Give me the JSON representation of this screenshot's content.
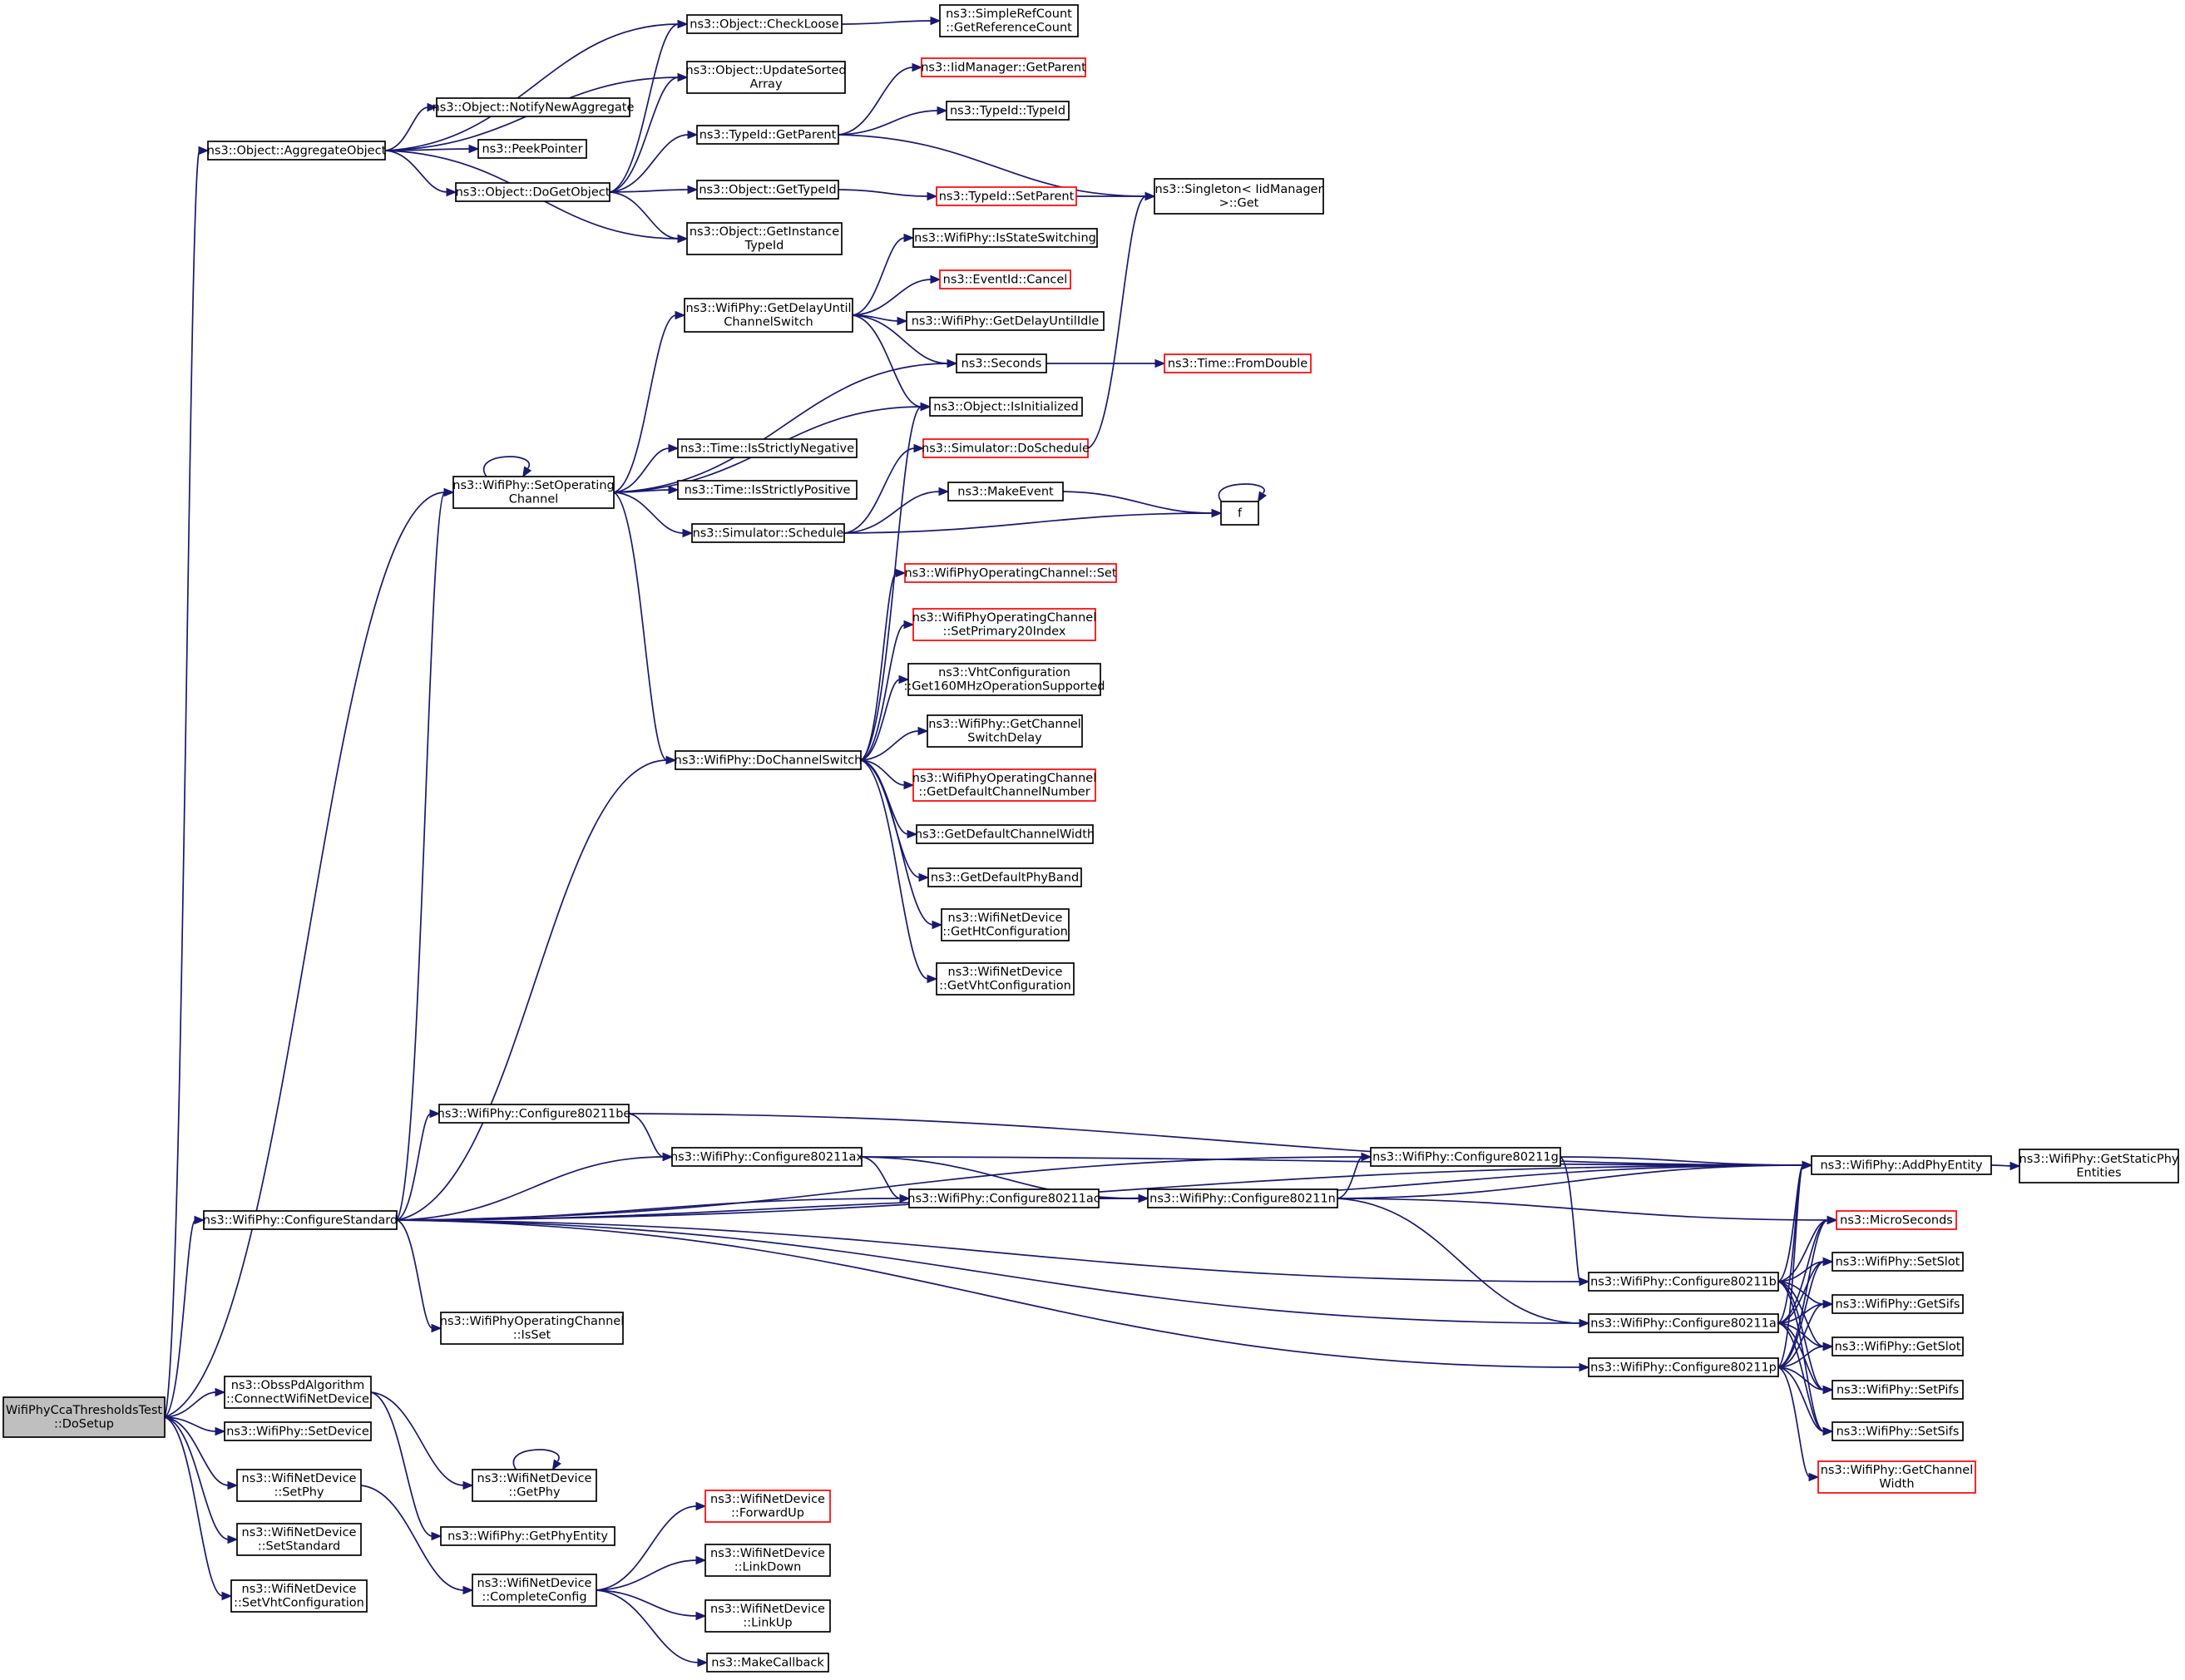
{
  "nodes": [
    {
      "id": "root",
      "lines": [
        "WifiPhyCcaThresholdsTest",
        "::DoSetup"
      ],
      "style": "root"
    },
    {
      "id": "aggregate",
      "lines": [
        "ns3::Object::AggregateObject"
      ]
    },
    {
      "id": "configstd",
      "lines": [
        "ns3::WifiPhy::ConfigureStandard"
      ]
    },
    {
      "id": "obss",
      "lines": [
        "ns3::ObssPdAlgorithm",
        "::ConnectWifiNetDevice"
      ]
    },
    {
      "id": "setdevice",
      "lines": [
        "ns3::WifiPhy::SetDevice"
      ]
    },
    {
      "id": "setphy",
      "lines": [
        "ns3::WifiNetDevice",
        "::SetPhy"
      ]
    },
    {
      "id": "setstandard",
      "lines": [
        "ns3::WifiNetDevice",
        "::SetStandard"
      ]
    },
    {
      "id": "setvht",
      "lines": [
        "ns3::WifiNetDevice",
        "::SetVhtConfiguration"
      ]
    },
    {
      "id": "setopch",
      "lines": [
        "ns3::WifiPhy::SetOperating",
        "Channel"
      ]
    },
    {
      "id": "checkloose",
      "lines": [
        "ns3::Object::CheckLoose"
      ]
    },
    {
      "id": "updatesorted",
      "lines": [
        "ns3::Object::UpdateSorted",
        "Array"
      ]
    },
    {
      "id": "notifynew",
      "lines": [
        "ns3::Object::NotifyNewAggregate"
      ]
    },
    {
      "id": "peekpointer",
      "lines": [
        "ns3::PeekPointer"
      ]
    },
    {
      "id": "dogetobject",
      "lines": [
        "ns3::Object::DoGetObject"
      ]
    },
    {
      "id": "getinstance",
      "lines": [
        "ns3::Object::GetInstance",
        "TypeId"
      ]
    },
    {
      "id": "simplerefcount",
      "lines": [
        "ns3::SimpleRefCount",
        "::GetReferenceCount"
      ]
    },
    {
      "id": "typeidgetparent",
      "lines": [
        "ns3::TypeId::GetParent"
      ]
    },
    {
      "id": "objgettypeid",
      "lines": [
        "ns3::Object::GetTypeId"
      ]
    },
    {
      "id": "iidmgetparent",
      "lines": [
        "ns3::IidManager::GetParent"
      ],
      "style": "red"
    },
    {
      "id": "typeidtypeid",
      "lines": [
        "ns3::TypeId::TypeId"
      ]
    },
    {
      "id": "typeidsetparent",
      "lines": [
        "ns3::TypeId::SetParent"
      ],
      "style": "red"
    },
    {
      "id": "singleton",
      "lines": [
        "ns3::Singleton< IidManager",
        " >::Get"
      ]
    },
    {
      "id": "getdelay",
      "lines": [
        "ns3::WifiPhy::GetDelayUntil",
        "ChannelSwitch"
      ]
    },
    {
      "id": "isstatesw",
      "lines": [
        "ns3::WifiPhy::IsStateSwitching"
      ]
    },
    {
      "id": "eventcancel",
      "lines": [
        "ns3::EventId::Cancel"
      ],
      "style": "red"
    },
    {
      "id": "getdelayidle",
      "lines": [
        "ns3::WifiPhy::GetDelayUntilIdle"
      ]
    },
    {
      "id": "seconds",
      "lines": [
        "ns3::Seconds"
      ]
    },
    {
      "id": "fromdouble",
      "lines": [
        "ns3::Time::FromDouble"
      ],
      "style": "red"
    },
    {
      "id": "isinit",
      "lines": [
        "ns3::Object::IsInitialized"
      ]
    },
    {
      "id": "isstrictneg",
      "lines": [
        "ns3::Time::IsStrictlyNegative"
      ]
    },
    {
      "id": "isstrictpos",
      "lines": [
        "ns3::Time::IsStrictlyPositive"
      ]
    },
    {
      "id": "simschedule",
      "lines": [
        "ns3::Simulator::Schedule"
      ]
    },
    {
      "id": "simdoschedule",
      "lines": [
        "ns3::Simulator::DoSchedule"
      ],
      "style": "red"
    },
    {
      "id": "makeevent",
      "lines": [
        "ns3::MakeEvent"
      ]
    },
    {
      "id": "f",
      "lines": [
        "f"
      ]
    },
    {
      "id": "dochsw",
      "lines": [
        "ns3::WifiPhy::DoChannelSwitch"
      ]
    },
    {
      "id": "opchset",
      "lines": [
        "ns3::WifiPhyOperatingChannel::Set"
      ],
      "style": "red"
    },
    {
      "id": "setprimary",
      "lines": [
        "ns3::WifiPhyOperatingChannel",
        "::SetPrimary20Index"
      ],
      "style": "red"
    },
    {
      "id": "vhtget160",
      "lines": [
        "ns3::VhtConfiguration",
        "::Get160MHzOperationSupported"
      ]
    },
    {
      "id": "getchswdelay",
      "lines": [
        "ns3::WifiPhy::GetChannel",
        "SwitchDelay"
      ]
    },
    {
      "id": "getdefchnum",
      "lines": [
        "ns3::WifiPhyOperatingChannel",
        "::GetDefaultChannelNumber"
      ],
      "style": "red"
    },
    {
      "id": "getdefchwidth",
      "lines": [
        "ns3::GetDefaultChannelWidth"
      ]
    },
    {
      "id": "getdefphyband",
      "lines": [
        "ns3::GetDefaultPhyBand"
      ]
    },
    {
      "id": "gethtconf",
      "lines": [
        "ns3::WifiNetDevice",
        "::GetHtConfiguration"
      ]
    },
    {
      "id": "getvhtconf",
      "lines": [
        "ns3::WifiNetDevice",
        "::GetVhtConfiguration"
      ]
    },
    {
      "id": "c80211be",
      "lines": [
        "ns3::WifiPhy::Configure80211be"
      ]
    },
    {
      "id": "c80211ax",
      "lines": [
        "ns3::WifiPhy::Configure80211ax"
      ]
    },
    {
      "id": "c80211ac",
      "lines": [
        "ns3::WifiPhy::Configure80211ac"
      ]
    },
    {
      "id": "c80211n",
      "lines": [
        "ns3::WifiPhy::Configure80211n"
      ]
    },
    {
      "id": "c80211g",
      "lines": [
        "ns3::WifiPhy::Configure80211g"
      ]
    },
    {
      "id": "opchisset",
      "lines": [
        "ns3::WifiPhyOperatingChannel",
        "::IsSet"
      ]
    },
    {
      "id": "c80211b",
      "lines": [
        "ns3::WifiPhy::Configure80211b"
      ]
    },
    {
      "id": "c80211a",
      "lines": [
        "ns3::WifiPhy::Configure80211a"
      ]
    },
    {
      "id": "c80211p",
      "lines": [
        "ns3::WifiPhy::Configure80211p"
      ]
    },
    {
      "id": "addphy",
      "lines": [
        "ns3::WifiPhy::AddPhyEntity"
      ]
    },
    {
      "id": "getstaticphy",
      "lines": [
        "ns3::WifiPhy::GetStaticPhy",
        "Entities"
      ]
    },
    {
      "id": "microseconds",
      "lines": [
        "ns3::MicroSeconds"
      ],
      "style": "red"
    },
    {
      "id": "setslot",
      "lines": [
        "ns3::WifiPhy::SetSlot"
      ]
    },
    {
      "id": "getsifs",
      "lines": [
        "ns3::WifiPhy::GetSifs"
      ]
    },
    {
      "id": "getslot",
      "lines": [
        "ns3::WifiPhy::GetSlot"
      ]
    },
    {
      "id": "setpifs",
      "lines": [
        "ns3::WifiPhy::SetPifs"
      ]
    },
    {
      "id": "setsifs",
      "lines": [
        "ns3::WifiPhy::SetSifs"
      ]
    },
    {
      "id": "getchwidth",
      "lines": [
        "ns3::WifiPhy::GetChannel",
        "Width"
      ],
      "style": "red"
    },
    {
      "id": "wndgetphy",
      "lines": [
        "ns3::WifiNetDevice",
        "::GetPhy"
      ]
    },
    {
      "id": "getphyentity",
      "lines": [
        "ns3::WifiPhy::GetPhyEntity"
      ]
    },
    {
      "id": "completeconfig",
      "lines": [
        "ns3::WifiNetDevice",
        "::CompleteConfig"
      ]
    },
    {
      "id": "forwardup",
      "lines": [
        "ns3::WifiNetDevice",
        "::ForwardUp"
      ],
      "style": "red"
    },
    {
      "id": "linkdown",
      "lines": [
        "ns3::WifiNetDevice",
        "::LinkDown"
      ]
    },
    {
      "id": "linkup",
      "lines": [
        "ns3::WifiNetDevice",
        "::LinkUp"
      ]
    },
    {
      "id": "makecallback",
      "lines": [
        "ns3::MakeCallback"
      ]
    }
  ],
  "edges": [
    [
      "root",
      "aggregate"
    ],
    [
      "root",
      "configstd"
    ],
    [
      "root",
      "obss"
    ],
    [
      "root",
      "setdevice"
    ],
    [
      "root",
      "setphy"
    ],
    [
      "root",
      "setstandard"
    ],
    [
      "root",
      "setvht"
    ],
    [
      "root",
      "setopch"
    ],
    [
      "aggregate",
      "checkloose"
    ],
    [
      "aggregate",
      "updatesorted"
    ],
    [
      "aggregate",
      "notifynew"
    ],
    [
      "aggregate",
      "peekpointer"
    ],
    [
      "aggregate",
      "dogetobject"
    ],
    [
      "aggregate",
      "getinstance"
    ],
    [
      "checkloose",
      "simplerefcount"
    ],
    [
      "dogetobject",
      "checkloose"
    ],
    [
      "dogetobject",
      "updatesorted"
    ],
    [
      "dogetobject",
      "typeidgetparent"
    ],
    [
      "dogetobject",
      "objgettypeid"
    ],
    [
      "dogetobject",
      "getinstance"
    ],
    [
      "typeidgetparent",
      "iidmgetparent"
    ],
    [
      "typeidgetparent",
      "typeidtypeid"
    ],
    [
      "typeidgetparent",
      "singleton"
    ],
    [
      "objgettypeid",
      "typeidsetparent"
    ],
    [
      "typeidsetparent",
      "singleton"
    ],
    [
      "setopch",
      "getdelay"
    ],
    [
      "setopch",
      "seconds"
    ],
    [
      "setopch",
      "isinit"
    ],
    [
      "setopch",
      "isstrictneg"
    ],
    [
      "setopch",
      "isstrictpos"
    ],
    [
      "setopch",
      "simschedule"
    ],
    [
      "setopch",
      "dochsw"
    ],
    [
      "setopch",
      "setopch"
    ],
    [
      "getdelay",
      "isstatesw"
    ],
    [
      "getdelay",
      "eventcancel"
    ],
    [
      "getdelay",
      "getdelayidle"
    ],
    [
      "getdelay",
      "seconds"
    ],
    [
      "getdelay",
      "isinit"
    ],
    [
      "seconds",
      "fromdouble"
    ],
    [
      "simschedule",
      "simdoschedule"
    ],
    [
      "simschedule",
      "makeevent"
    ],
    [
      "simschedule",
      "f"
    ],
    [
      "simdoschedule",
      "singleton"
    ],
    [
      "makeevent",
      "f"
    ],
    [
      "f",
      "f"
    ],
    [
      "dochsw",
      "isinit"
    ],
    [
      "dochsw",
      "opchset"
    ],
    [
      "dochsw",
      "setprimary"
    ],
    [
      "dochsw",
      "vhtget160"
    ],
    [
      "dochsw",
      "getchswdelay"
    ],
    [
      "dochsw",
      "getdefchnum"
    ],
    [
      "dochsw",
      "getdefchwidth"
    ],
    [
      "dochsw",
      "getdefphyband"
    ],
    [
      "dochsw",
      "gethtconf"
    ],
    [
      "dochsw",
      "getvhtconf"
    ],
    [
      "configstd",
      "setopch"
    ],
    [
      "configstd",
      "dochsw"
    ],
    [
      "configstd",
      "c80211be"
    ],
    [
      "configstd",
      "c80211ax"
    ],
    [
      "configstd",
      "c80211ac"
    ],
    [
      "configstd",
      "c80211n"
    ],
    [
      "configstd",
      "c80211g"
    ],
    [
      "configstd",
      "addphy"
    ],
    [
      "configstd",
      "opchisset"
    ],
    [
      "configstd",
      "c80211b"
    ],
    [
      "configstd",
      "c80211a"
    ],
    [
      "configstd",
      "c80211p"
    ],
    [
      "c80211be",
      "c80211ax"
    ],
    [
      "c80211be",
      "addphy"
    ],
    [
      "c80211ax",
      "c80211ac"
    ],
    [
      "c80211ax",
      "c80211n"
    ],
    [
      "c80211ax",
      "addphy"
    ],
    [
      "c80211ac",
      "c80211n"
    ],
    [
      "c80211ac",
      "addphy"
    ],
    [
      "c80211n",
      "c80211g"
    ],
    [
      "c80211n",
      "addphy"
    ],
    [
      "c80211n",
      "microseconds"
    ],
    [
      "c80211n",
      "c80211a"
    ],
    [
      "c80211g",
      "addphy"
    ],
    [
      "c80211g",
      "c80211b"
    ],
    [
      "addphy",
      "getstaticphy"
    ],
    [
      "c80211b",
      "addphy"
    ],
    [
      "c80211b",
      "microseconds"
    ],
    [
      "c80211b",
      "setslot"
    ],
    [
      "c80211b",
      "getsifs"
    ],
    [
      "c80211b",
      "getslot"
    ],
    [
      "c80211b",
      "setpifs"
    ],
    [
      "c80211b",
      "setsifs"
    ],
    [
      "c80211a",
      "addphy"
    ],
    [
      "c80211a",
      "microseconds"
    ],
    [
      "c80211a",
      "setslot"
    ],
    [
      "c80211a",
      "getsifs"
    ],
    [
      "c80211a",
      "getslot"
    ],
    [
      "c80211a",
      "setpifs"
    ],
    [
      "c80211a",
      "setsifs"
    ],
    [
      "c80211p",
      "addphy"
    ],
    [
      "c80211p",
      "microseconds"
    ],
    [
      "c80211p",
      "setslot"
    ],
    [
      "c80211p",
      "getsifs"
    ],
    [
      "c80211p",
      "getslot"
    ],
    [
      "c80211p",
      "setpifs"
    ],
    [
      "c80211p",
      "setsifs"
    ],
    [
      "c80211p",
      "getchwidth"
    ],
    [
      "obss",
      "wndgetphy"
    ],
    [
      "obss",
      "getphyentity"
    ],
    [
      "wndgetphy",
      "wndgetphy"
    ],
    [
      "setphy",
      "completeconfig"
    ],
    [
      "completeconfig",
      "forwardup"
    ],
    [
      "completeconfig",
      "linkdown"
    ],
    [
      "completeconfig",
      "linkup"
    ],
    [
      "completeconfig",
      "makecallback"
    ]
  ]
}
